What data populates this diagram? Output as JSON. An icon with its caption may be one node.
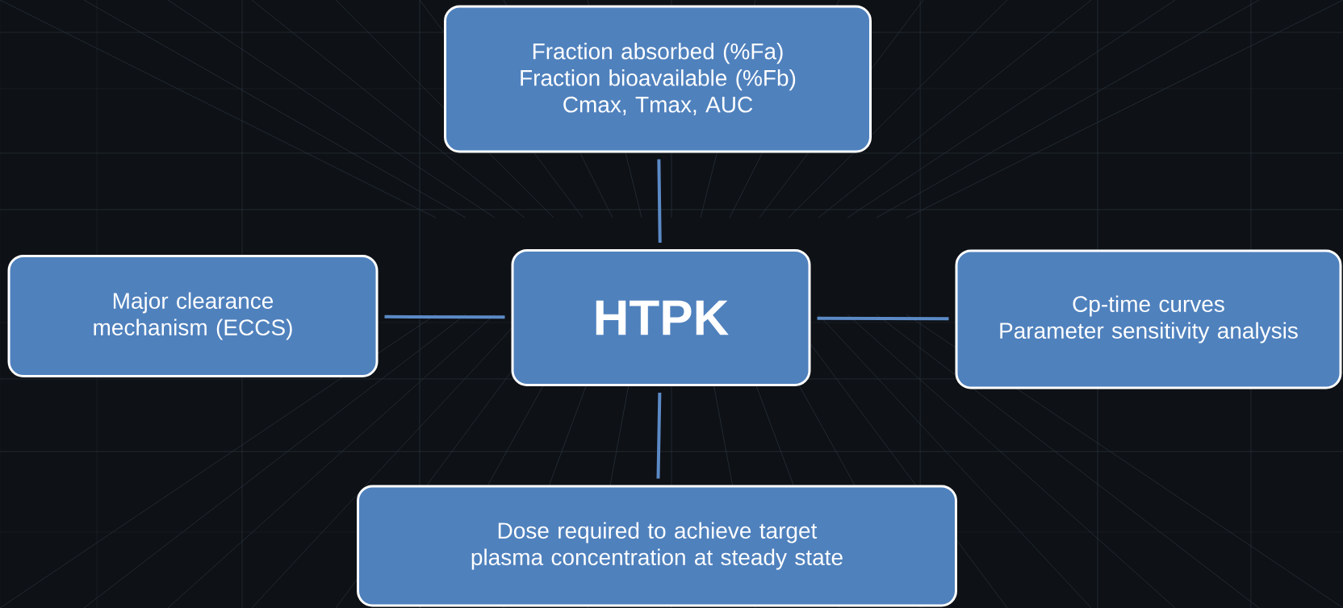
{
  "diagram": {
    "nodes": [
      {
        "text": [
          "Fraction absorbed (%Fa)",
          "Fraction bioavailable (%Fb)",
          "Cmax, Tmax, AUC"
        ]
      },
      {
        "text": [
          "Major clearance mechanism (ECCS)"
        ]
      },
      {
        "text": [
          "HTPK"
        ]
      },
      {
        "text": [
          "Cp-time curves",
          "Parameter sensitivity analysis"
        ]
      },
      {
        "text": [
          "Dose required to achieve target plasma concentration at steady state"
        ]
      }
    ],
    "edges": [
      {
        "from": 2,
        "to": 0,
        "arrow": "none"
      },
      {
        "from": 2,
        "to": 1,
        "arrow": "none"
      },
      {
        "from": 2,
        "to": 3,
        "arrow": "none"
      },
      {
        "from": 2,
        "to": 4,
        "arrow": "none"
      }
    ]
  }
}
